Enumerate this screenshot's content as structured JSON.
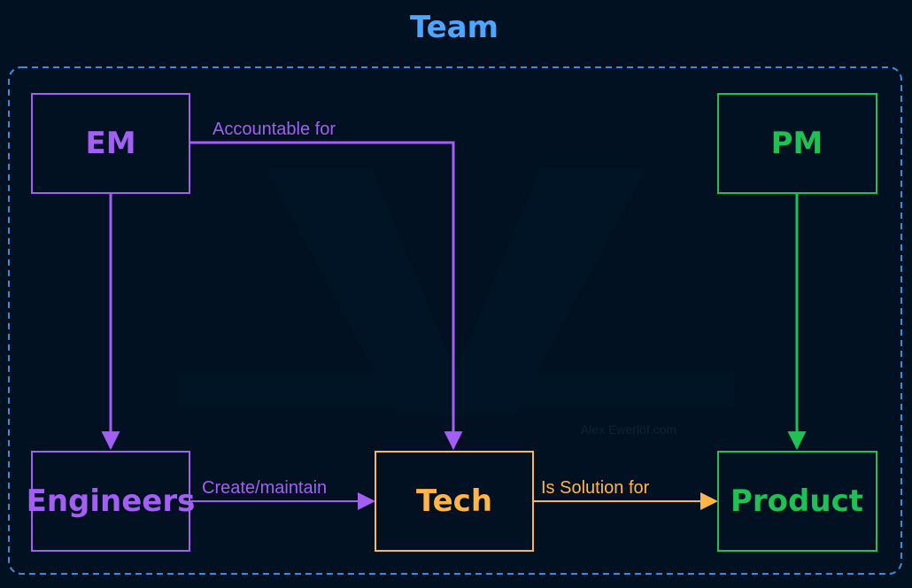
{
  "diagram": {
    "title": "Team",
    "watermark": "Alex Ewerlöf.com",
    "colors": {
      "background": "#011122",
      "title": "#4da6ff",
      "container_border": "#3a8ddb",
      "em": "#a35ff2",
      "pm": "#1fc155",
      "tech": "#ffb548",
      "watermark": "#0f2236"
    },
    "nodes": {
      "em": {
        "label": "EM"
      },
      "pm": {
        "label": "PM"
      },
      "engineers": {
        "label": "Engineers"
      },
      "tech": {
        "label": "Tech"
      },
      "product": {
        "label": "Product"
      }
    },
    "edges": {
      "em_to_tech": {
        "label": "Accountable for"
      },
      "em_to_engineers": {
        "label": ""
      },
      "pm_to_product": {
        "label": ""
      },
      "engineers_to_tech": {
        "label": "Create/maintain"
      },
      "tech_to_product": {
        "label": "Is Solution for"
      }
    }
  }
}
